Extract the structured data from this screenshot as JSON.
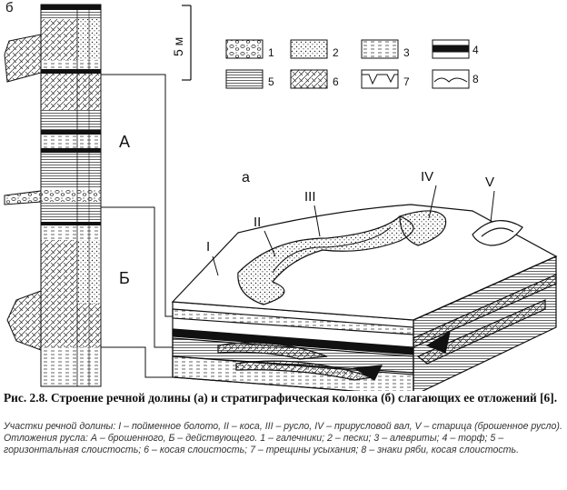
{
  "figure": {
    "panel_b_label": "б",
    "panel_a_label": "а",
    "scale_label": "5 м",
    "column_units": [
      "А",
      "Б"
    ],
    "block_labels": [
      "I",
      "II",
      "III",
      "IV",
      "V"
    ],
    "legend_numbers": [
      "1",
      "2",
      "3",
      "4",
      "5",
      "6",
      "7",
      "8"
    ]
  },
  "caption": {
    "title": "Рис. 2.8. Строение речной долины (а) и стратиграфическая колонка (б) слагающих ее отложений [6].",
    "explanation": "Участки речной долины: I – пойменное болото, II – коса, III – русло, IV – прирусловой вал, V – старица (брошенное русло). Отложения русла: А – брошенного, Б – действующего. 1 – галечники; 2 – пески; 3 – алевриты; 4 – торф; 5 – горизонтальная слоистость; 6 – косая слоистость; 7 – трещины усыхания; 8 – знаки ряби, косая слоистость."
  }
}
